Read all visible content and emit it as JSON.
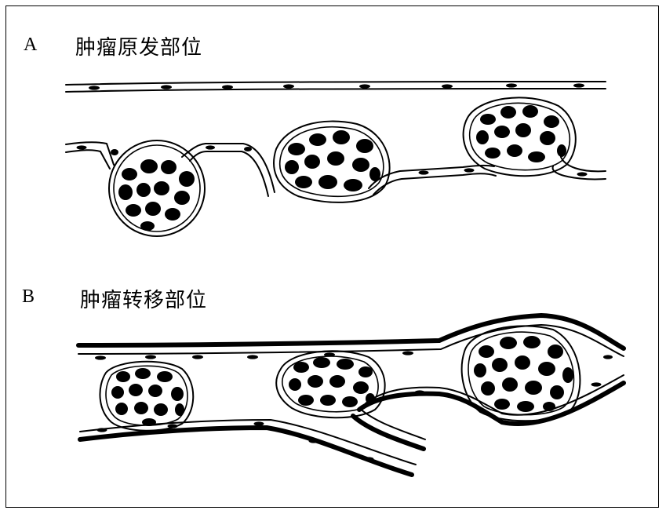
{
  "panel_a": {
    "label": "A",
    "title": "肿瘤原发部位"
  },
  "panel_b": {
    "label": "B",
    "title": "肿瘤转移部位"
  }
}
